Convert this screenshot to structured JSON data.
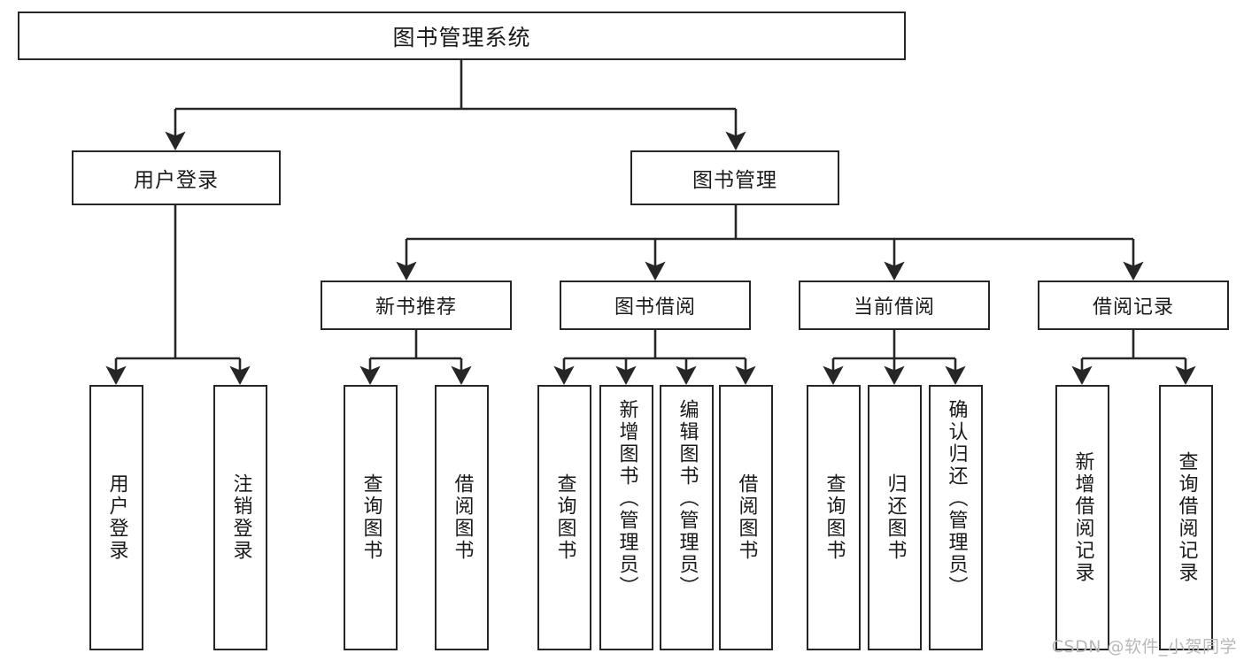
{
  "diagram": {
    "title": "图书管理系统",
    "type": "tree",
    "watermark": "CSDN @软件_小贺同学",
    "colors": {
      "box_border": "#262626",
      "box_fill": "#ffffff",
      "edge": "#262626",
      "text": "#1a1a1a",
      "watermark": "#b8b8b8"
    },
    "nodes": {
      "root": {
        "label": "图书管理系统"
      },
      "level1": [
        {
          "id": "user_login",
          "label": "用户登录"
        },
        {
          "id": "book_manage",
          "label": "图书管理"
        }
      ],
      "level2": [
        {
          "id": "new_book_rec",
          "label": "新书推荐"
        },
        {
          "id": "book_borrow",
          "label": "图书借阅"
        },
        {
          "id": "current_borrow",
          "label": "当前借阅"
        },
        {
          "id": "borrow_record",
          "label": "借阅记录"
        }
      ],
      "leaves": {
        "user_login": [
          {
            "id": "leaf_user_login",
            "label": "用户登录"
          },
          {
            "id": "leaf_logout",
            "label": "注销登录"
          }
        ],
        "new_book_rec": [
          {
            "id": "leaf_query_book_1",
            "label": "查询图书"
          },
          {
            "id": "leaf_borrow_book_1",
            "label": "借阅图书"
          }
        ],
        "book_borrow": [
          {
            "id": "leaf_query_book_2",
            "label": "查询图书"
          },
          {
            "id": "leaf_add_book",
            "label": "新增图书（管理员）"
          },
          {
            "id": "leaf_edit_book",
            "label": "编辑图书（管理员）"
          },
          {
            "id": "leaf_borrow_book_2",
            "label": "借阅图书"
          }
        ],
        "current_borrow": [
          {
            "id": "leaf_query_book_3",
            "label": "查询图书"
          },
          {
            "id": "leaf_return_book",
            "label": "归还图书"
          },
          {
            "id": "leaf_confirm_return",
            "label": "确认归还（管理员）"
          }
        ],
        "borrow_record": [
          {
            "id": "leaf_add_record",
            "label": "新增借阅记录"
          },
          {
            "id": "leaf_query_record",
            "label": "查询借阅记录"
          }
        ]
      }
    }
  }
}
